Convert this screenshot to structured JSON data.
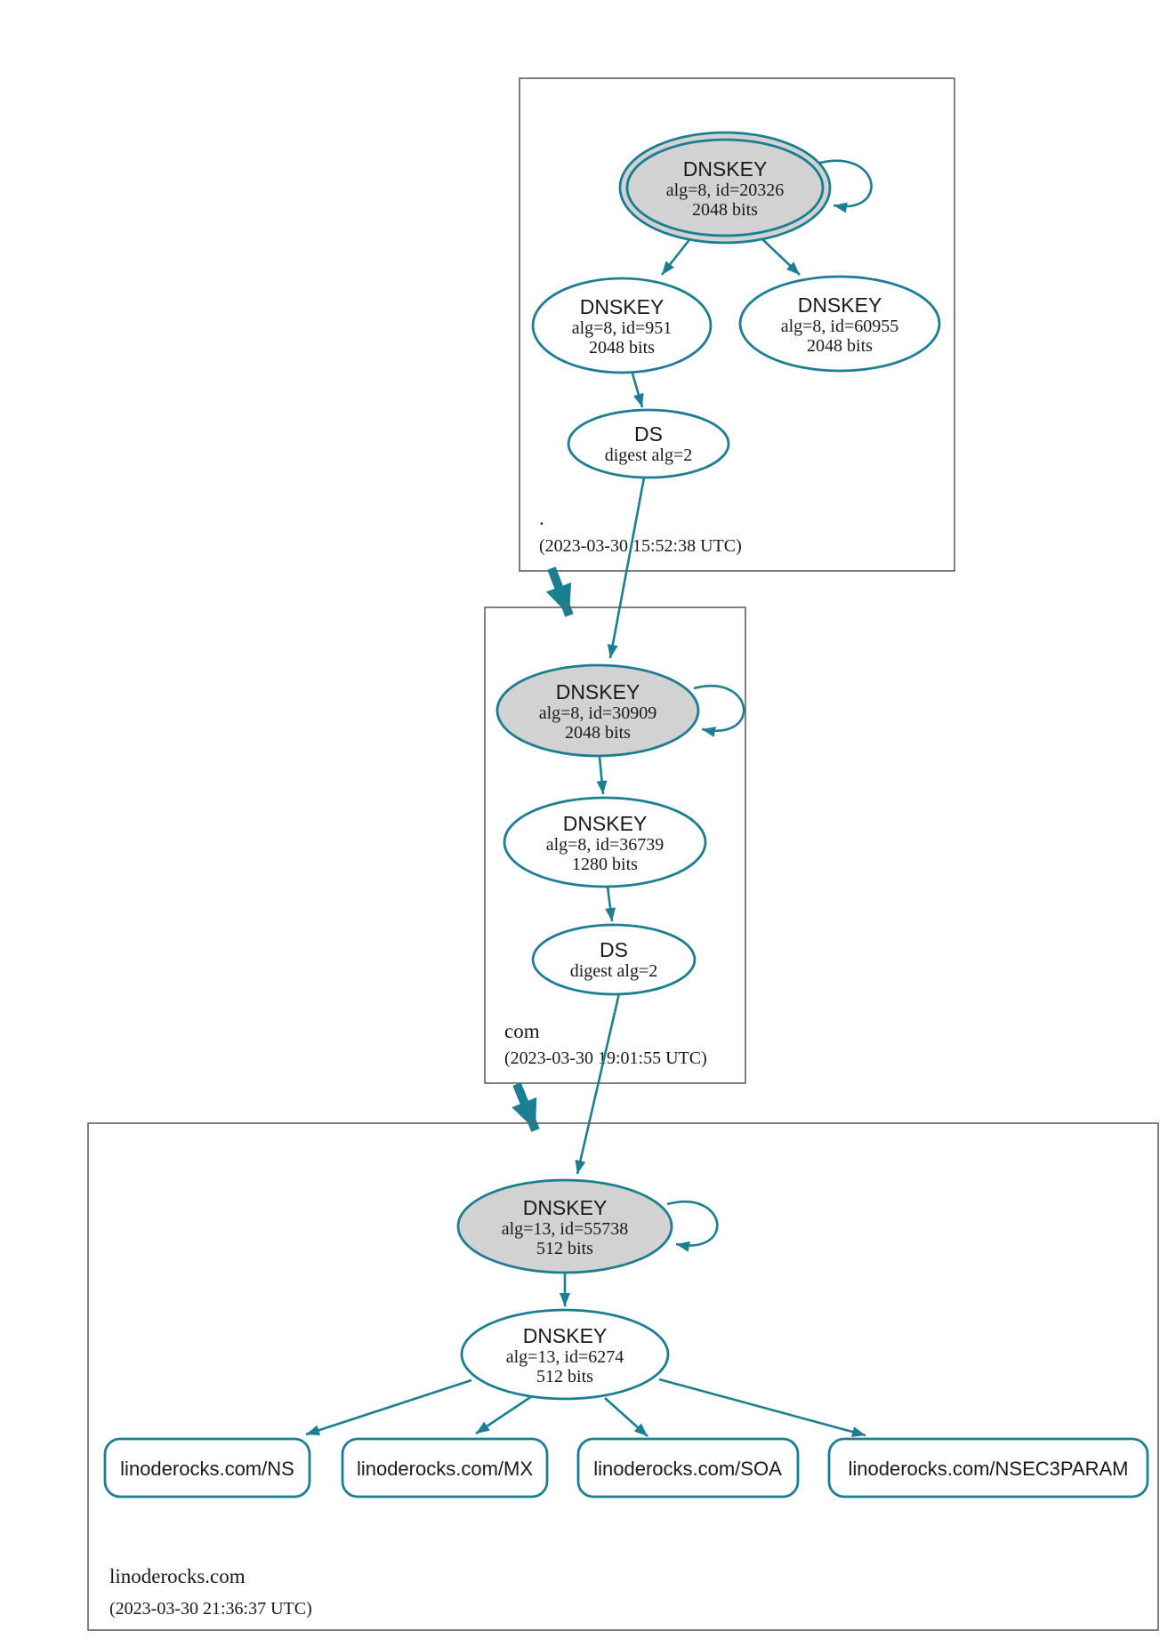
{
  "colors": {
    "edge_teal": "#1b7e91",
    "ksk_fill": "#d2d2d2",
    "node_fill": "#ffffff",
    "box_border": "#5f5f5f",
    "text": "#1a1a1a"
  },
  "zones": [
    {
      "label": ".",
      "timestamp": "(2023-03-30 15:52:38 UTC)",
      "ksk": {
        "type": "DNSKEY",
        "detail": "alg=8, id=20326",
        "bits": "2048 bits"
      },
      "zsk1": {
        "type": "DNSKEY",
        "detail": "alg=8, id=951",
        "bits": "2048 bits"
      },
      "zsk2": {
        "type": "DNSKEY",
        "detail": "alg=8, id=60955",
        "bits": "2048 bits"
      },
      "ds": {
        "type": "DS",
        "detail": "digest alg=2"
      }
    },
    {
      "label": "com",
      "timestamp": "(2023-03-30 19:01:55 UTC)",
      "ksk": {
        "type": "DNSKEY",
        "detail": "alg=8, id=30909",
        "bits": "2048 bits"
      },
      "zsk": {
        "type": "DNSKEY",
        "detail": "alg=8, id=36739",
        "bits": "1280 bits"
      },
      "ds": {
        "type": "DS",
        "detail": "digest alg=2"
      }
    },
    {
      "label": "linoderocks.com",
      "timestamp": "(2023-03-30 21:36:37 UTC)",
      "ksk": {
        "type": "DNSKEY",
        "detail": "alg=13, id=55738",
        "bits": "512 bits"
      },
      "zsk": {
        "type": "DNSKEY",
        "detail": "alg=13, id=6274",
        "bits": "512 bits"
      },
      "rrsets": [
        {
          "label": "linoderocks.com/NS"
        },
        {
          "label": "linoderocks.com/MX"
        },
        {
          "label": "linoderocks.com/SOA"
        },
        {
          "label": "linoderocks.com/NSEC3PARAM"
        }
      ]
    }
  ]
}
